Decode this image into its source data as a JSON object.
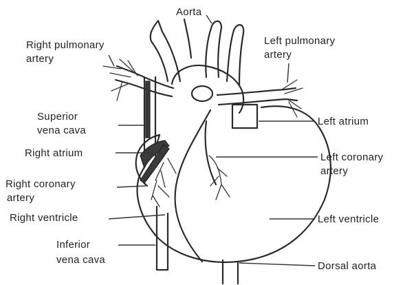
{
  "labels": {
    "aorta": "Aorta",
    "right_pulmonary_artery_1": "Right pulmonary",
    "right_pulmonary_artery_2": "artery",
    "left_pulmonary_artery_1": "Left pulmonary",
    "left_pulmonary_artery_2": "artery",
    "superior_vena_cava_1": "Superior",
    "superior_vena_cava_2": "vena cava",
    "left_atrium": "Left atrium",
    "right_atrium": "Right atrium",
    "left_coronary_artery_1": "Left coronary",
    "left_coronary_artery_2": "artery",
    "right_coronary_artery_1": "Right coronary",
    "right_coronary_artery_2": "artery",
    "right_ventricle": "Right ventricle",
    "left_ventricle": "Left ventricle",
    "inferior_vena_cava_1": "Inferior",
    "inferior_vena_cava_2": "vena cava",
    "dorsal_aorta": "Dorsal aorta"
  },
  "colors": {
    "ink": "#2a2a2a",
    "background": "#ffffff"
  }
}
